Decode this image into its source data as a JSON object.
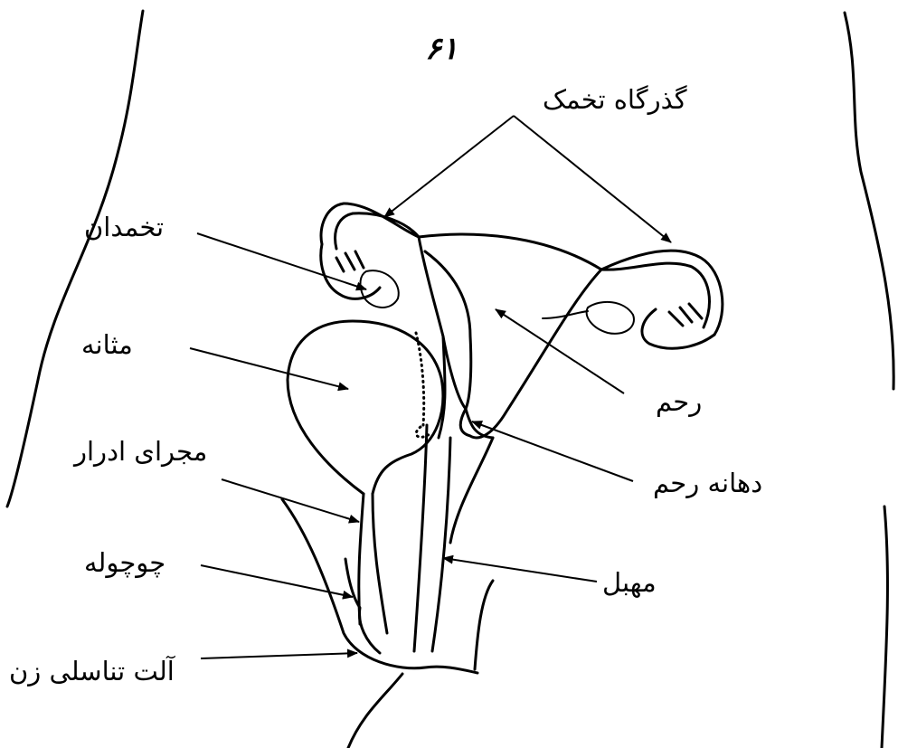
{
  "page_marker": "۶۱",
  "labels": {
    "fallopian_tubes": "گذرگاه تخمک",
    "ovary": "تخمدان",
    "bladder": "مثانه",
    "uterus": "رحم",
    "urethra": "مجرای ادرار",
    "cervix": "دهانه رحم",
    "clitoris": "چوچوله",
    "vagina": "مهبل",
    "vulva": "آلت تناسلی زن"
  }
}
